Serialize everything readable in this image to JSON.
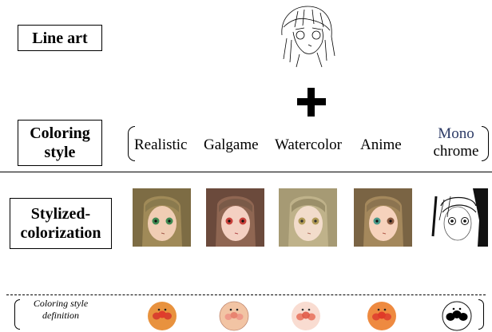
{
  "labels": {
    "line_art": "Line art",
    "coloring_style_line1": "Coloring",
    "coloring_style_line2": "style",
    "stylized_line1": "Stylized-",
    "stylized_line2": "colorization",
    "definition_line1": "Coloring style",
    "definition_line2": "definition"
  },
  "styles": [
    {
      "label": "Realistic"
    },
    {
      "label": "Galgame"
    },
    {
      "label": "Watercolor"
    },
    {
      "label": "Anime"
    },
    {
      "label_line1": "Mono",
      "label_line2": "chrome"
    }
  ],
  "colors": {
    "mono_accent": "#2d3b66",
    "hair_realistic": "#8a7a4e",
    "hair_galgame": "#7a5a48",
    "hair_watercolor": "#9b8f6a",
    "hair_anime": "#8c7450",
    "face_realistic": "#e8923e",
    "face_galgame": "#f2c4a4",
    "face_watercolor": "#f0a892",
    "face_anime": "#ee8a40"
  }
}
